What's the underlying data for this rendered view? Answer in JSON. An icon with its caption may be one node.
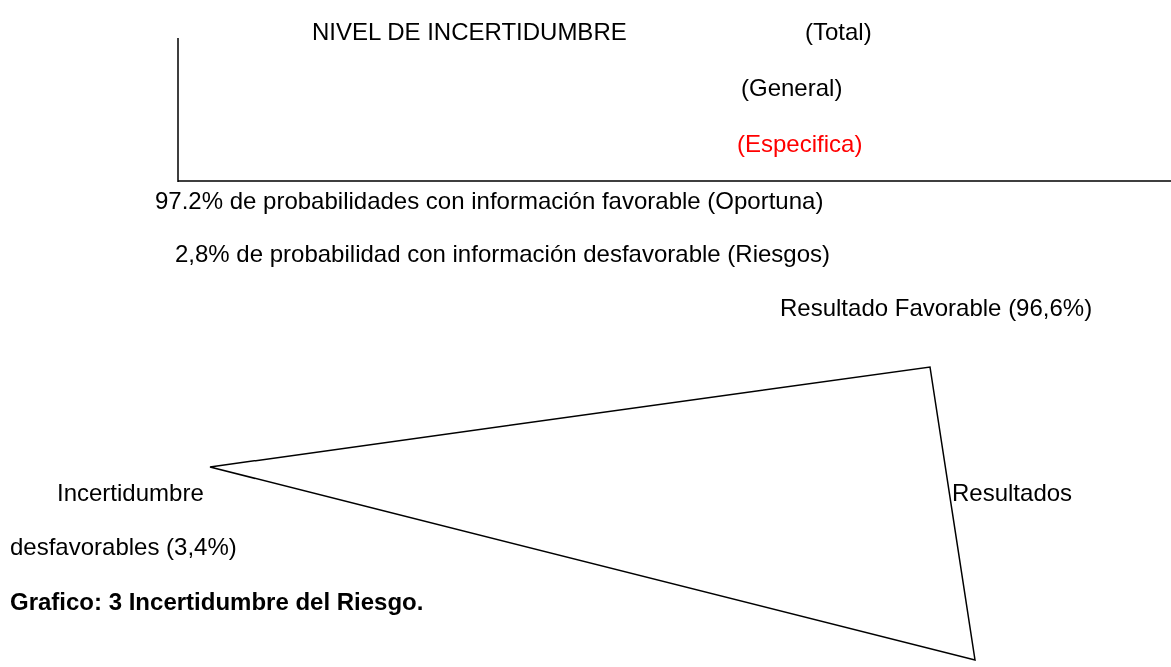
{
  "diagram": {
    "caption": "Grafico: 3 Incertidumbre del Riesgo.",
    "labels": [
      "NIVEL DE INCERTIDUMBRE",
      "(Total)",
      "(General)",
      "(Especifica)",
      "97.2% de probabilidades con información favorable (Oportuna)",
      "2,8% de probabilidad con información desfavorable (Riesgos)",
      "Resultado Favorable (96,6%)",
      "Incertidumbre",
      "desfavorables (3,4%)",
      "Resultados"
    ]
  }
}
